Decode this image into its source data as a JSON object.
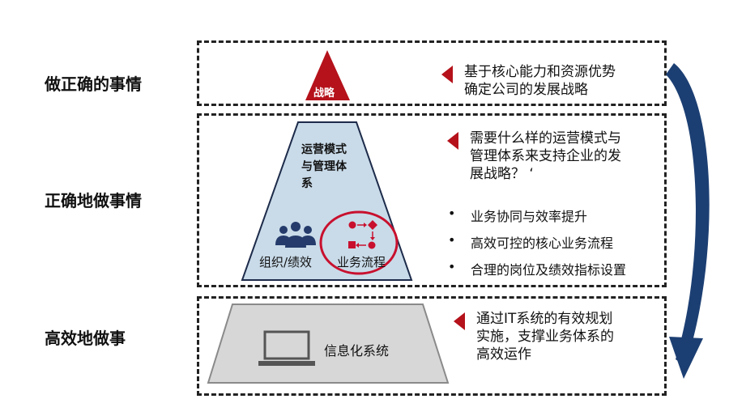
{
  "rows": [
    {
      "label": "做正确的事情"
    },
    {
      "label": "正确地做事情"
    },
    {
      "label": "高效地做事"
    }
  ],
  "top": {
    "triangle_label": "战略",
    "desc_lines": [
      "基于核心能力和资源优势",
      "确定公司的发展战略"
    ]
  },
  "middle": {
    "trapezoid_title_lines": [
      "运营模式",
      "与管理体",
      "系"
    ],
    "org_label": "组织/绩效",
    "process_label": "业务流程",
    "desc_lines": [
      "需要什么样的运营模式与",
      "管理体系来支持企业的发",
      "展战略？ ‘"
    ],
    "bullets": [
      {
        "mark": "•",
        "text": "业务协同与效率提升"
      },
      {
        "mark": "•",
        "text": "高效可控的核心业务流程"
      },
      {
        "mark": "•",
        "text": "合理的岗位及绩效指标设置"
      }
    ]
  },
  "bottom": {
    "system_label": "信息化系统",
    "desc_lines": [
      "通过IT系统的有效规划",
      "实施，支撑业务体系的",
      "高效运作"
    ]
  },
  "colors": {
    "accent_red": "#b5121b",
    "trapezoid_blue": "#c9dbe9",
    "trapezoid_gray": "#d7d7d7",
    "arrow_navy": "#1c3f73",
    "icon_navy": "#243b6b"
  },
  "icons": [
    "laptop-icon",
    "people-icon",
    "process-flow-icon",
    "big-curved-arrow-icon"
  ]
}
